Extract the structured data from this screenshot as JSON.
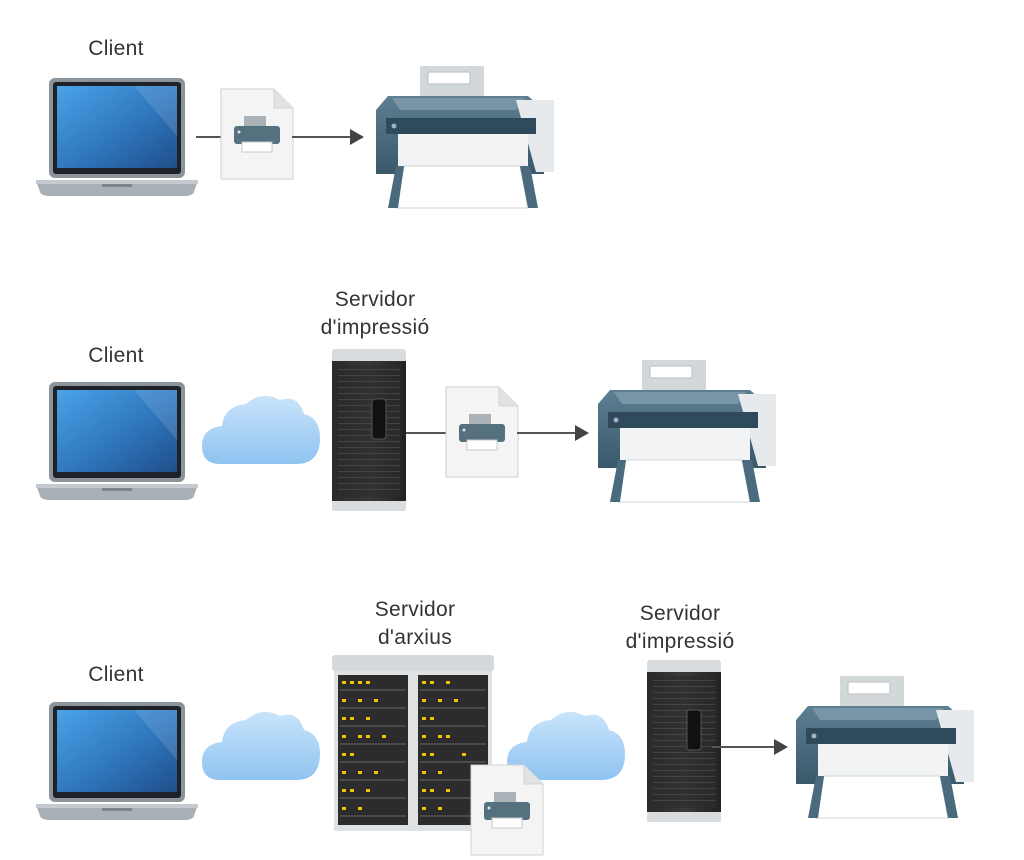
{
  "scenario1": {
    "client_label": "Client"
  },
  "scenario2": {
    "client_label": "Client",
    "server_label_1": "Servidor",
    "server_label_2": "d'impressió"
  },
  "scenario3": {
    "client_label": "Client",
    "file_server_label_1": "Servidor",
    "file_server_label_2": "d'arxius",
    "print_server_label_1": "Servidor",
    "print_server_label_2": "d'impressió"
  },
  "icons": [
    "laptop-icon",
    "document-icon",
    "printer-icon",
    "cloud-icon",
    "tower-server-icon",
    "rack-server-icon"
  ],
  "colors": {
    "screen": "#2c6fb0",
    "cloud": "#a9d2f5",
    "printer_body": "#4a6a7d",
    "connector": "#555555"
  }
}
